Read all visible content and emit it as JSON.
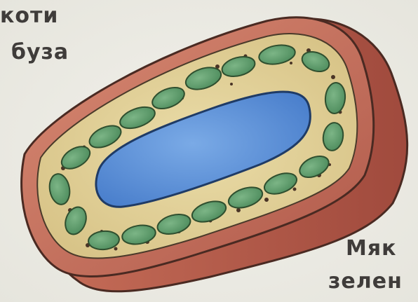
{
  "labels": {
    "top_left_line1": "коти",
    "top_left_line2": "буза",
    "bottom_right_line1": "Мяк",
    "bottom_right_line2": "зелен"
  },
  "colors": {
    "background": "#ecebe4",
    "cell_wall": "#c8735f",
    "cytoplasm": "#e3d29c",
    "chloroplast": "#5e9e6c",
    "vacuole": "#5b8fd6",
    "granule": "#4a3426"
  }
}
